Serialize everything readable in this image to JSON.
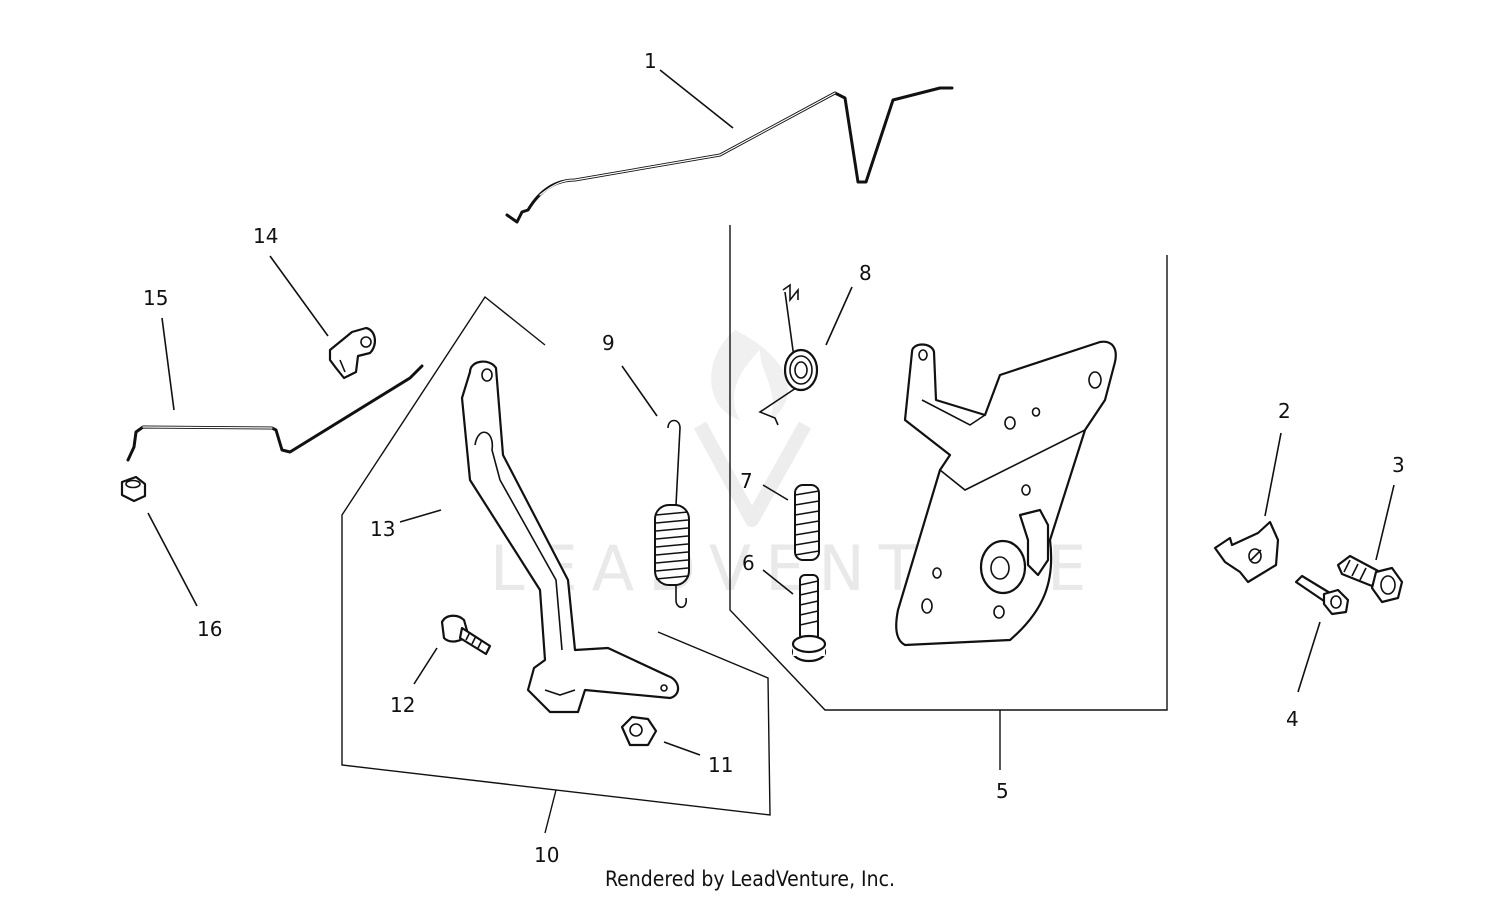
{
  "watermark": {
    "brand": "LEADVENTURE"
  },
  "footer": {
    "credit": "Rendered by LeadVenture, Inc."
  },
  "callouts": {
    "c1": "1",
    "c2": "2",
    "c3": "3",
    "c4": "4",
    "c5": "5",
    "c6": "6",
    "c7": "7",
    "c8": "8",
    "c9": "9",
    "c10": "10",
    "c11": "11",
    "c12": "12",
    "c13": "13",
    "c14": "14",
    "c15": "15",
    "c16": "16"
  }
}
